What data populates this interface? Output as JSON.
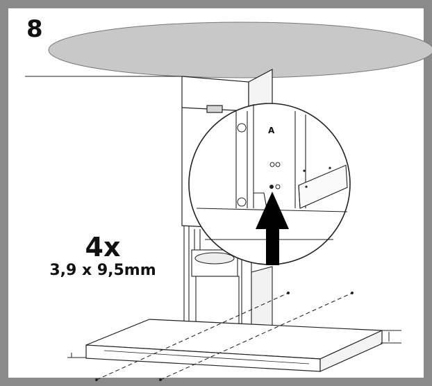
{
  "step": {
    "number": "8"
  },
  "fastener": {
    "quantity": "4x",
    "size": "3,9 x 9,5mm"
  },
  "detail": {
    "part_label": "A"
  },
  "colors": {
    "frame": "#8a8a8a",
    "ceiling": "#c8c8c8",
    "arrow": "#000000",
    "line": "#222222"
  }
}
